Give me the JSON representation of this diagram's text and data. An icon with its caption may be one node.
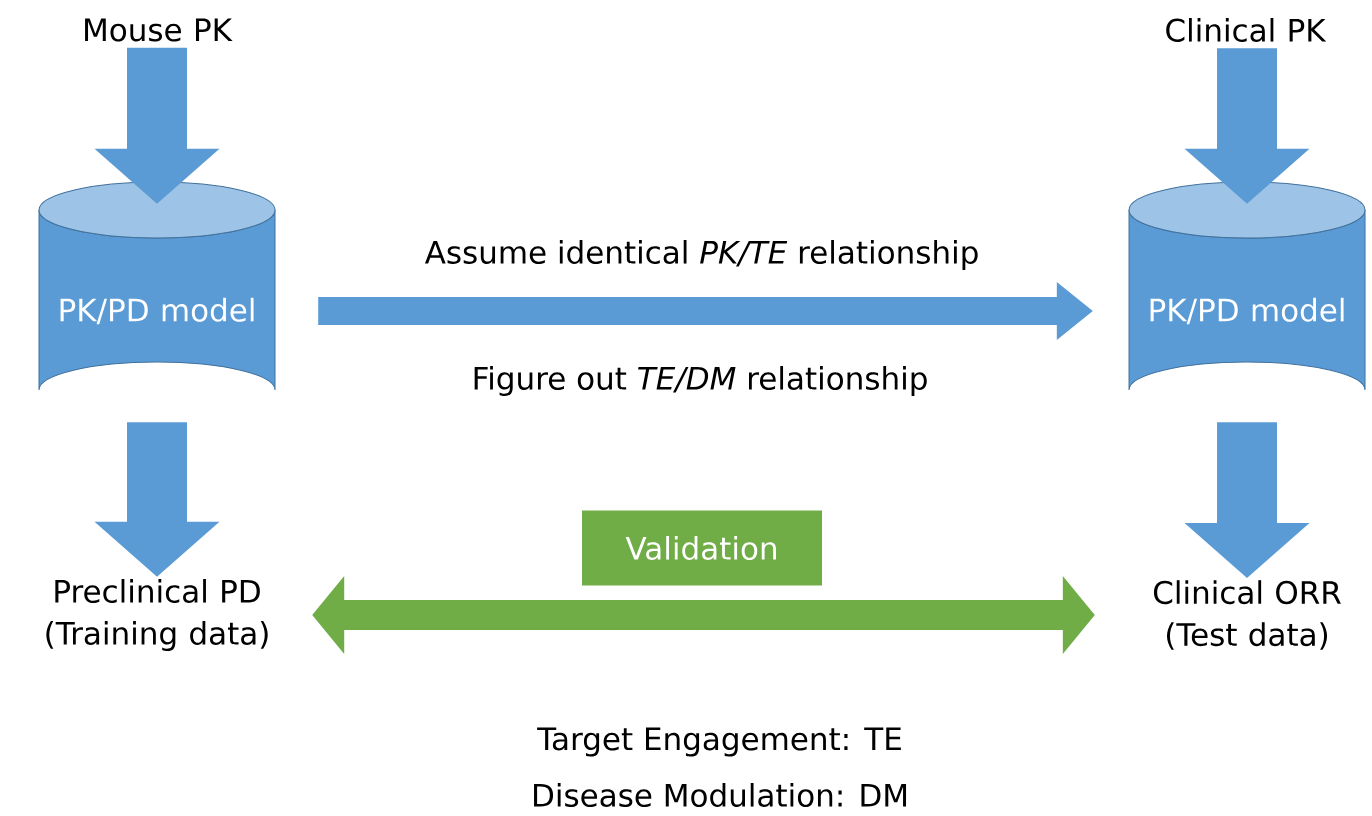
{
  "diagram": {
    "nodes": [
      {
        "text": [
          "Mouse PK"
        ]
      },
      {
        "text": [
          "PK/PD model"
        ]
      },
      {
        "text": [
          "Preclinical PD (Training data)"
        ]
      },
      {
        "text": [
          "Clinical PK"
        ]
      },
      {
        "text": [
          "PK/PD model"
        ]
      },
      {
        "text": [
          "Clinical ORR (Test data)"
        ]
      }
    ],
    "edges": [
      {
        "from": 0,
        "to": 1,
        "arrow": "to"
      },
      {
        "from": 1,
        "to": 2,
        "arrow": "to"
      },
      {
        "from": 3,
        "to": 4,
        "arrow": "to"
      },
      {
        "from": 4,
        "to": 5,
        "arrow": "to"
      },
      {
        "from": 1,
        "to": 4,
        "arrow": "to",
        "label": "Assume identical *PK/TE* relationship"
      },
      {
        "from": 2,
        "to": 5,
        "arrow": "both",
        "label": "Validation",
        "color": "#70ad47"
      }
    ],
    "labels": [
      "Figure out *TE/DM* relationship",
      "Target Engagement: TE",
      "Disease Modulation: DM"
    ]
  }
}
